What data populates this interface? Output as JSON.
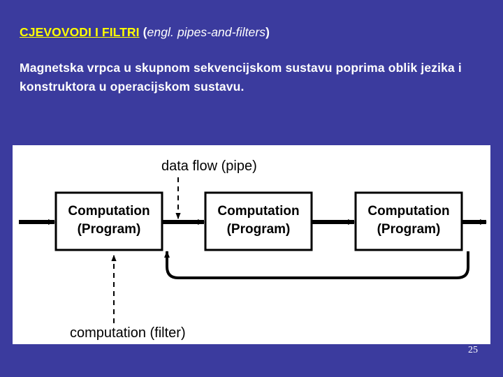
{
  "slide": {
    "background_color": "#3b3b9e",
    "title": {
      "main": "CJEVOVODI I FILTRI",
      "paren_open": " (",
      "english": "engl. pipes-and-filters",
      "paren_close": ")",
      "main_color": "#ffff00"
    },
    "body": "Magnetska vrpca u skupnom sekvencijskom sustavu poprima oblik jezika i konstruktora u operacijskom sustavu.",
    "number": "25"
  },
  "diagram": {
    "type": "pipes-and-filters block diagram",
    "background_color": "#ffffff",
    "label_top": "data flow (pipe)",
    "label_bottom": "computation (filter)",
    "boxes": [
      {
        "line1": "Computation",
        "line2": "(Program)"
      },
      {
        "line1": "Computation",
        "line2": "(Program)"
      },
      {
        "line1": "Computation",
        "line2": "(Program)"
      }
    ]
  }
}
